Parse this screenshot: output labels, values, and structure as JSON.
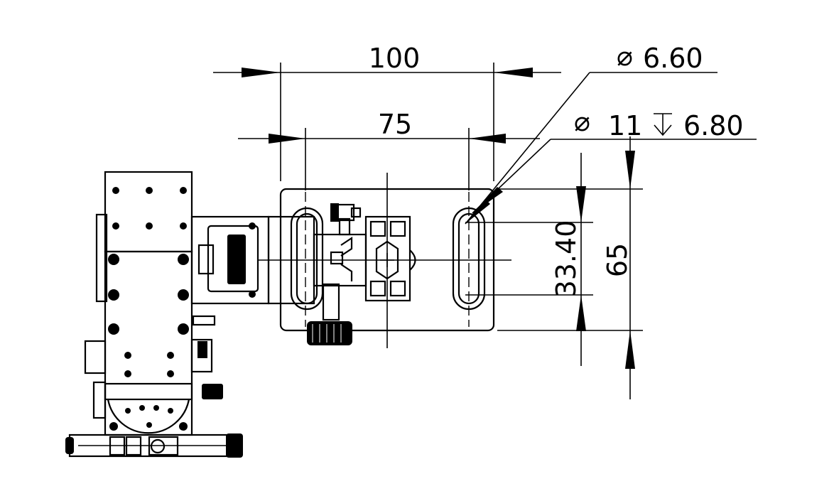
{
  "drawing": {
    "dimensions": {
      "overall_width": "100",
      "hole_spacing_x": "75",
      "slot_diameter": "6.60",
      "counterbore": "11",
      "counterbore_depth": "6.80",
      "slot_spacing_y": "33.40",
      "overall_height": "65"
    },
    "symbols": {
      "diameter": "⌀",
      "depth": "↧"
    }
  }
}
